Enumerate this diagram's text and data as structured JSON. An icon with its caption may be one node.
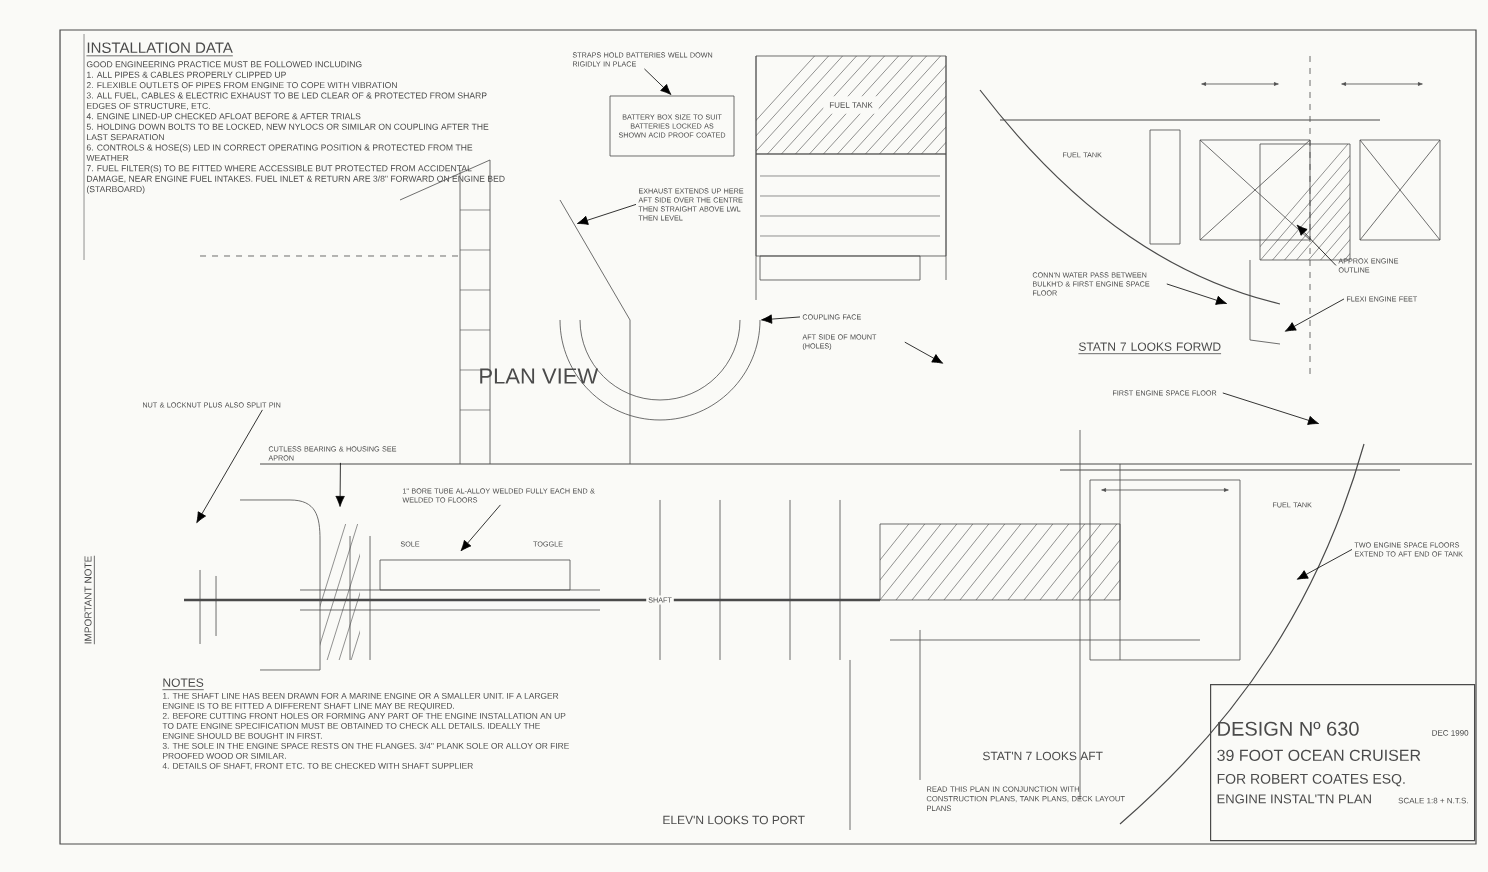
{
  "diagram": {
    "title": "INSTALLATION DATA",
    "nodes": [
      {
        "text": [
          "DESIGN Nº 630",
          "DEC 1990",
          "39 FOOT OCEAN CRUISER",
          "FOR ROBERT COATES ESQ.",
          "ENGINE INSTAL'TN PLAN",
          "SCALE 1:8 + N.T.S."
        ]
      },
      {
        "text": [
          "BATTERY BOX SIZE TO SUIT BATTERIES LOCKED AS SHOWN ACID PROOF COATED"
        ]
      },
      {
        "text": [
          "STRAPS HOLD BATTERIES WELL DOWN RIGIDLY IN PLACE"
        ]
      },
      {
        "text": [
          "FUEL TANK"
        ]
      },
      {
        "text": [
          "EXHAUST EXTENDS UP HERE AFT SIDE OVER THE CENTRE THEN STRAIGHT ABOVE LWL THEN LEVEL"
        ]
      },
      {
        "text": [
          "NUT & LOCKNUT PLUS ALSO SPLIT PIN"
        ]
      },
      {
        "text": [
          "CUTLESS BEARING & HOUSING SEE APRON"
        ]
      },
      {
        "text": [
          "1\" BORE TUBE AL-ALLOY WELDED FULLY EACH END & WELDED TO FLOORS"
        ]
      },
      {
        "text": [
          "COUPLING FACE"
        ]
      },
      {
        "text": [
          "AFT SIDE OF MOUNT (HOLES)"
        ]
      },
      {
        "text": [
          "FUEL TANK"
        ]
      },
      {
        "text": [
          "CONN'N WATER PASS BETWEEN BULKH'D & FIRST ENGINE SPACE FLOOR"
        ]
      },
      {
        "text": [
          "APPROX ENGINE OUTLINE"
        ]
      },
      {
        "text": [
          "FLEXI ENGINE FEET"
        ]
      },
      {
        "text": [
          "FIRST ENGINE SPACE FLOOR"
        ]
      },
      {
        "text": [
          "FUEL TANK"
        ]
      },
      {
        "text": [
          "TWO ENGINE SPACE FLOORS EXTEND TO AFT END OF TANK"
        ]
      }
    ],
    "edges": [
      {
        "from": 2,
        "to": 1,
        "arrow": "to"
      },
      {
        "from": 4,
        "to": null,
        "arrow": "to"
      },
      {
        "from": 5,
        "to": null,
        "arrow": "to"
      },
      {
        "from": 6,
        "to": null,
        "arrow": "to"
      },
      {
        "from": 7,
        "to": null,
        "arrow": "to"
      },
      {
        "from": 8,
        "to": null,
        "arrow": "to"
      },
      {
        "from": 9,
        "to": null,
        "arrow": "to"
      },
      {
        "from": 11,
        "to": null,
        "arrow": "to"
      },
      {
        "from": 12,
        "to": null,
        "arrow": "to"
      },
      {
        "from": 13,
        "to": null,
        "arrow": "to"
      },
      {
        "from": 14,
        "to": null,
        "arrow": "to"
      },
      {
        "from": 16,
        "to": null,
        "arrow": "to"
      }
    ],
    "labels": [
      "GOOD ENGINEERING PRACTICE MUST BE FOLLOWED INCLUDING",
      "1. ALL PIPES & CABLES PROPERLY CLIPPED UP",
      "2. FLEXIBLE OUTLETS OF PIPES FROM ENGINE TO COPE WITH VIBRATION",
      "3. ALL FUEL, CABLES & ELECTRIC EXHAUST TO BE LED CLEAR OF & PROTECTED FROM SHARP EDGES OF STRUCTURE, ETC.",
      "4. ENGINE LINED-UP CHECKED AFLOAT BEFORE & AFTER TRIALS",
      "5. HOLDING DOWN BOLTS TO BE LOCKED, NEW NYLOCS OR SIMILAR ON COUPLING AFTER THE LAST SEPARATION",
      "6. CONTROLS & HOSE(S) LED IN CORRECT OPERATING POSITION & PROTECTED FROM THE WEATHER",
      "7. FUEL FILTER(S) TO BE FITTED WHERE ACCESSIBLE BUT PROTECTED FROM ACCIDENTAL DAMAGE, NEAR ENGINE FUEL INTAKES. FUEL INLET & RETURN ARE 3/8\" FORWARD ON ENGINE BED (STARBOARD)",
      "PLAN VIEW",
      "STATN 7 LOOKS FORWD",
      "STAT'N 7 LOOKS AFT",
      "ELEV'N LOOKS TO PORT",
      "READ THIS PLAN IN CONJUNCTION WITH CONSTRUCTION PLANS, TANK PLANS, DECK LAYOUT PLANS",
      "IMPORTANT NOTE",
      "NOTES",
      "1. THE SHAFT LINE HAS BEEN DRAWN FOR A MARINE ENGINE OR A SMALLER UNIT. IF A LARGER ENGINE IS TO BE FITTED A DIFFERENT SHAFT LINE MAY BE REQUIRED.",
      "2. BEFORE CUTTING FRONT HOLES OR FORMING ANY PART OF THE ENGINE INSTALLATION AN UP TO DATE ENGINE SPECIFICATION MUST BE OBTAINED TO CHECK ALL DETAILS. IDEALLY THE ENGINE SHOULD BE BOUGHT IN FIRST.",
      "3. THE SOLE IN THE ENGINE SPACE RESTS ON THE FLANGES. 3/4\" PLANK SOLE OR ALLOY OR FIRE PROOFED WOOD OR SIMILAR.",
      "4. DETAILS OF SHAFT, FRONT ETC. TO BE CHECKED WITH SHAFT SUPPLIER",
      "SOLE",
      "TOGGLE",
      "SHAFT"
    ]
  }
}
